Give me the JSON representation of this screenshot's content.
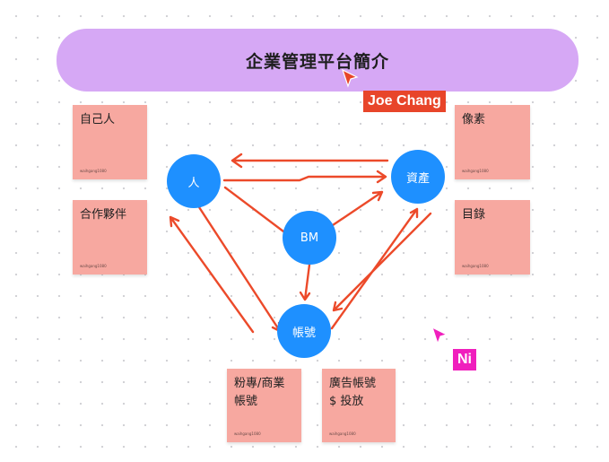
{
  "title": "企業管理平台簡介",
  "notes": [
    {
      "id": "self",
      "text": "自己人",
      "author": "waihgang1080"
    },
    {
      "id": "partner",
      "text": "合作夥伴",
      "author": "waihgang1080"
    },
    {
      "id": "pixel",
      "text": "像素",
      "author": "waihgang1080"
    },
    {
      "id": "catalog",
      "text": "目錄",
      "author": "waihgang1080"
    },
    {
      "id": "page",
      "text": "粉專/商業\n帳號",
      "author": "waihgang1080"
    },
    {
      "id": "ad",
      "text": "廣告帳號\n$ 投放",
      "author": "waihgang1080"
    }
  ],
  "nodes": {
    "person": "人",
    "asset": "資產",
    "bm": "BM",
    "account": "帳號"
  },
  "cursors": [
    {
      "name": "Joe Chang",
      "color": "#e8452a"
    },
    {
      "name": "Ni",
      "color": "#f01fbd"
    }
  ],
  "colors": {
    "title_bg": "#d6a8f5",
    "sticky": "#f7a8a0",
    "node": "#1e90ff",
    "arrow": "#ec4a2a"
  }
}
